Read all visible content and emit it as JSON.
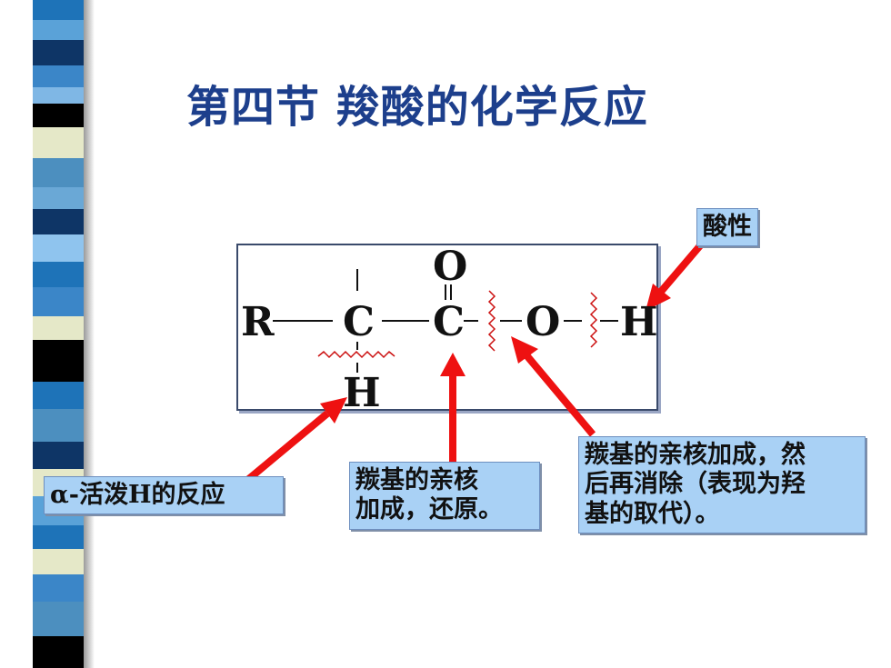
{
  "slide": {
    "title": "第四节  羧酸的化学反应"
  },
  "formula": {
    "R": "R",
    "C_alpha": "C",
    "C_carbonyl": "C",
    "O_carbonyl": "O",
    "O_hydroxyl": "O",
    "H_hydroxyl": "H",
    "H_alpha": "H"
  },
  "callouts": {
    "acidity": "酸性",
    "alpha_h": "α-活泼H的反应",
    "carbonyl_addition": [
      "羰基的亲核",
      "加成，还原。"
    ],
    "substitution": [
      "羰基的亲核加成，然",
      "后再消除（表现为羟",
      "基的取代）。"
    ]
  },
  "colors": {
    "title": "#1d3f8c",
    "callout_fill": "#a9d1f5",
    "arrow": "#ee1111",
    "wavy_cut": "#cc1111"
  },
  "icons": {
    "arrows": "red-arrow-icon",
    "bond_cut": "wavy-cut-icon"
  }
}
